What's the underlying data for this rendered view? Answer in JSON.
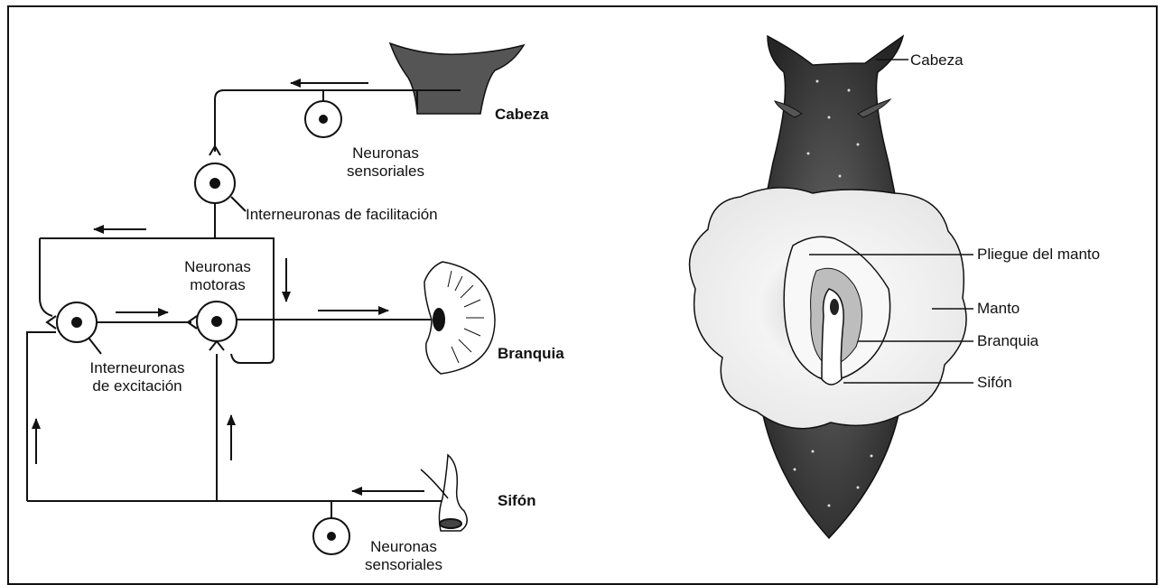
{
  "circuit": {
    "cabeza": "Cabeza",
    "branquia": "Branquia",
    "sifon": "Sifón",
    "neuronas_sensoriales_top": [
      "Neuronas",
      "sensoriales"
    ],
    "interneuronas_facilitacion": "Interneuronas de facilitación",
    "neuronas_motoras": [
      "Neuronas",
      "motoras"
    ],
    "interneuronas_excitacion": [
      "Interneuronas",
      "de excitación"
    ],
    "neuronas_sensoriales_bottom": [
      "Neuronas",
      "sensoriales"
    ]
  },
  "anatomy": {
    "cabeza": "Cabeza",
    "pliegue_manto": "Pliegue del manto",
    "manto": "Manto",
    "branquia": "Branquia",
    "sifon": "Sifón"
  },
  "colors": {
    "ink": "#111111",
    "body_dark": "#3a3a3a",
    "mantle": "#f2f2f2"
  }
}
